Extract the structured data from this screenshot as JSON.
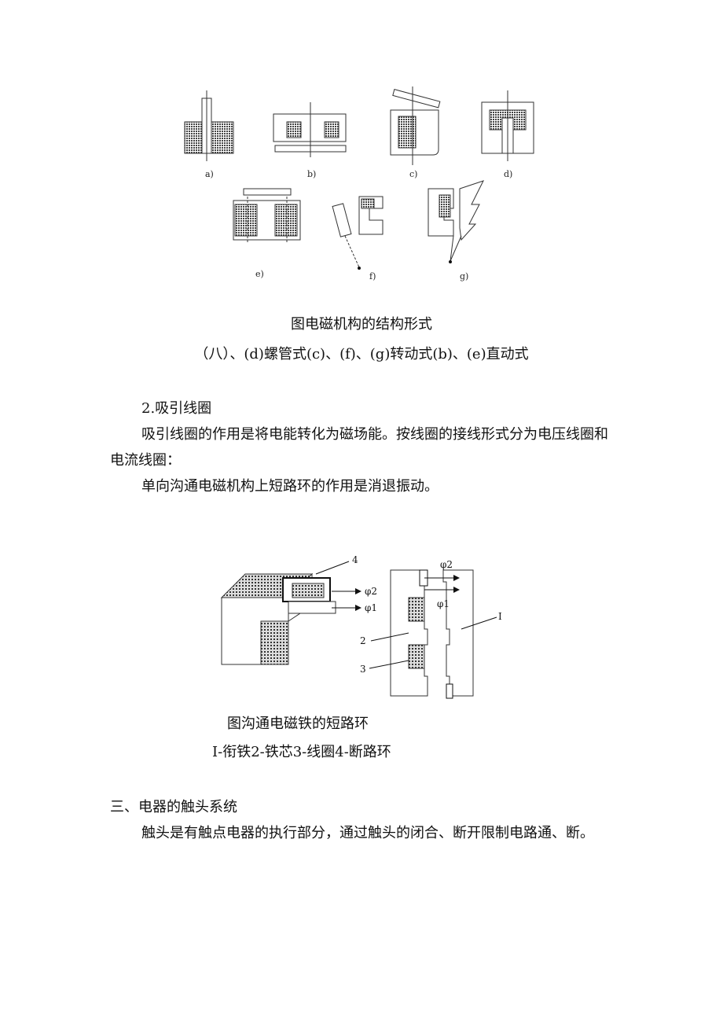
{
  "figure1": {
    "labels": [
      "a)",
      "b)",
      "c)",
      "d)",
      "e)",
      "f)",
      "g)"
    ],
    "caption": "图电磁机构的结构形式",
    "subcaption": "（八）、(d)螺管式(c)、(f)、(g)转动式(b)、(e)直动式"
  },
  "section2": {
    "heading": "2.吸引线圈",
    "para1": "吸引线圈的作用是将电能转化为磁场能。按线圈的接线形式分为电压线圈和电流线圈：",
    "para2": "单向沟通电磁机构上短路环的作用是消退振动。"
  },
  "figure2": {
    "labels": [
      "4",
      "φ2",
      "φ1",
      "2",
      "3",
      "φ2",
      "φ1",
      "I"
    ],
    "caption": "图沟通电磁铁的短路环",
    "legend": "I-衔铁2-铁芯3-线圈4-断路环"
  },
  "section3": {
    "heading": "三、电器的触头系统",
    "para": "触头是有触点电器的执行部分，通过触头的闭合、断开限制电路通、断。"
  }
}
